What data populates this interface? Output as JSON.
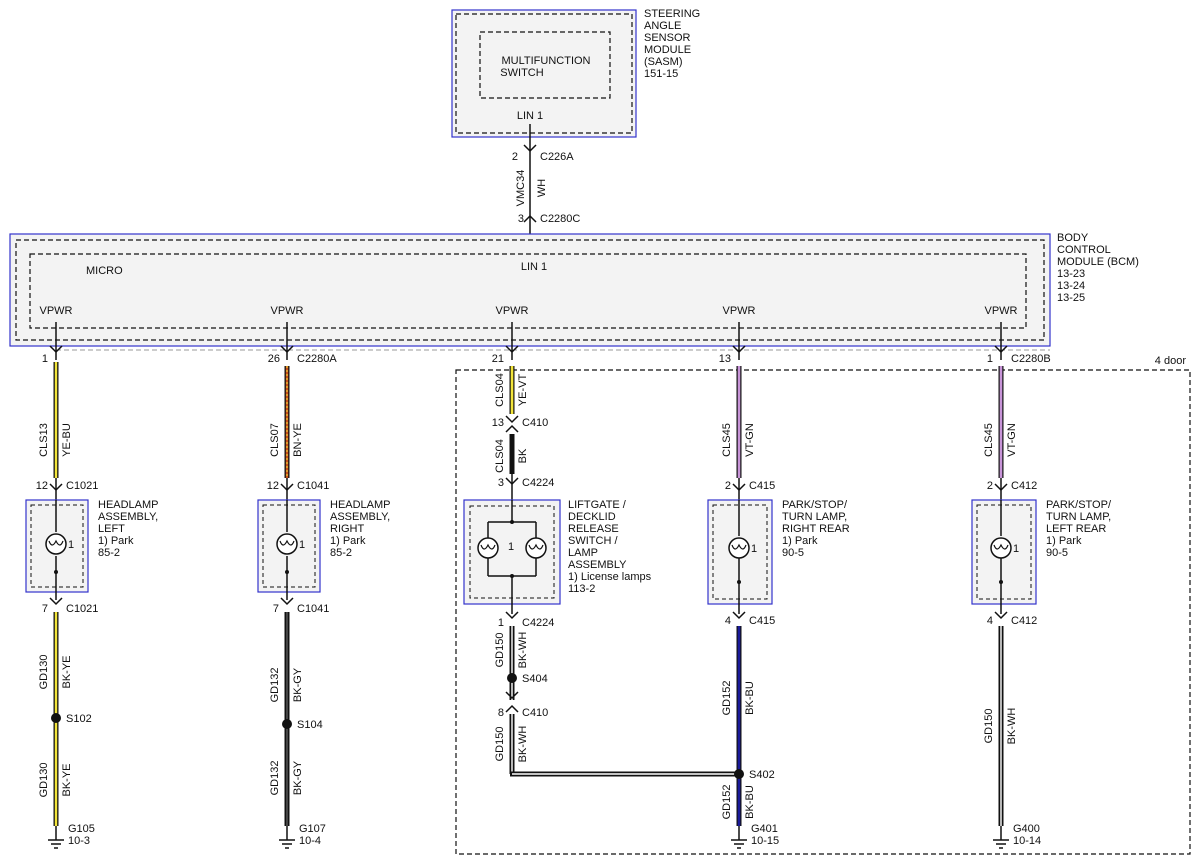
{
  "sasm": {
    "label": [
      "STEERING",
      "ANGLE",
      "SENSOR",
      "MODULE",
      "(SASM)",
      "151-15"
    ],
    "inner": [
      "MULTIFUNCTION",
      "SWITCH"
    ],
    "pin": "LIN 1",
    "conn_pin": "2",
    "conn": "C226A",
    "circuit": "VMC34",
    "color": "WH",
    "bcm_pin": "3",
    "bcm_conn": "C2280C"
  },
  "bcm": {
    "label": [
      "BODY",
      "CONTROL",
      "MODULE (BCM)",
      "13-23",
      "13-24",
      "13-25"
    ],
    "micro": "MICRO",
    "lin": "LIN 1",
    "vpwr": "VPWR"
  },
  "door_label": "4 door",
  "branches": [
    {
      "pin": "1",
      "conn": "",
      "circuit": "CLS13",
      "color": "YE-BU",
      "wire_hex": "#f2e43a",
      "in_pin": "12",
      "in_conn": "C1021",
      "device": [
        "HEADLAMP",
        "ASSEMBLY,",
        "LEFT",
        "1) Park",
        "85-2"
      ],
      "out_pin": "7",
      "out_conn": "C1021",
      "gnd_circuit": "GD130",
      "gnd_color": "BK-YE",
      "gnd_hex": "#f2e43a",
      "splice": "S102",
      "ground": "G105",
      "ground_ref": "10-3"
    },
    {
      "pin": "26",
      "conn": "C2280A",
      "circuit": "CLS07",
      "color": "BN-YE",
      "wire_hex": "#c8501a",
      "in_pin": "12",
      "in_conn": "C1041",
      "device": [
        "HEADLAMP",
        "ASSEMBLY,",
        "RIGHT",
        "1) Park",
        "85-2"
      ],
      "out_pin": "7",
      "out_conn": "C1041",
      "gnd_circuit": "GD132",
      "gnd_color": "BK-GY",
      "gnd_hex": "#8e8e8e",
      "splice": "S104",
      "ground": "G107",
      "ground_ref": "10-4"
    },
    {
      "pin": "21",
      "conn": "",
      "circuit": "CLS04",
      "color": "YE-VT",
      "wire_hex": "#f2e43a",
      "mid_pin": "13",
      "mid_conn": "C410",
      "mid_circuit": "CLS04",
      "mid_color": "BK",
      "in_pin": "3",
      "in_conn": "C4224",
      "device": [
        "LIFTGATE /",
        "DECKLID",
        "RELEASE",
        "SWITCH /",
        "LAMP",
        "ASSEMBLY",
        "1) License lamps",
        "113-2"
      ],
      "out_pin": "1",
      "out_conn": "C4224",
      "gnd_circuit": "GD150",
      "gnd_color": "BK-WH",
      "splice": "S404",
      "pin8": "8",
      "pin8_conn": "C410",
      "gnd_circuit2": "GD150",
      "gnd_color2": "BK-WH"
    },
    {
      "pin": "13",
      "conn": "",
      "circuit": "CLS45",
      "color": "VT-GN",
      "wire_hex": "#b878c8",
      "in_pin": "2",
      "in_conn": "C415",
      "device": [
        "PARK/STOP/",
        "TURN LAMP,",
        "RIGHT REAR",
        "1) Park",
        "90-5"
      ],
      "out_pin": "4",
      "out_conn": "C415",
      "gnd_circuit": "GD152",
      "gnd_color": "BK-BU",
      "gnd_hex": "#1a1a9a",
      "splice": "S402",
      "gnd_circuit2": "GD152",
      "gnd_color2": "BK-BU",
      "ground": "G401",
      "ground_ref": "10-15"
    },
    {
      "pin": "1",
      "conn": "C2280B",
      "circuit": "CLS45",
      "color": "VT-GN",
      "wire_hex": "#b878c8",
      "in_pin": "2",
      "in_conn": "C412",
      "device": [
        "PARK/STOP/",
        "TURN LAMP,",
        "LEFT REAR",
        "1) Park",
        "90-5"
      ],
      "out_pin": "4",
      "out_conn": "C412",
      "gnd_circuit": "GD150",
      "gnd_color": "BK-WH",
      "gnd_hex": "#222222",
      "ground": "G400",
      "ground_ref": "10-14"
    }
  ]
}
